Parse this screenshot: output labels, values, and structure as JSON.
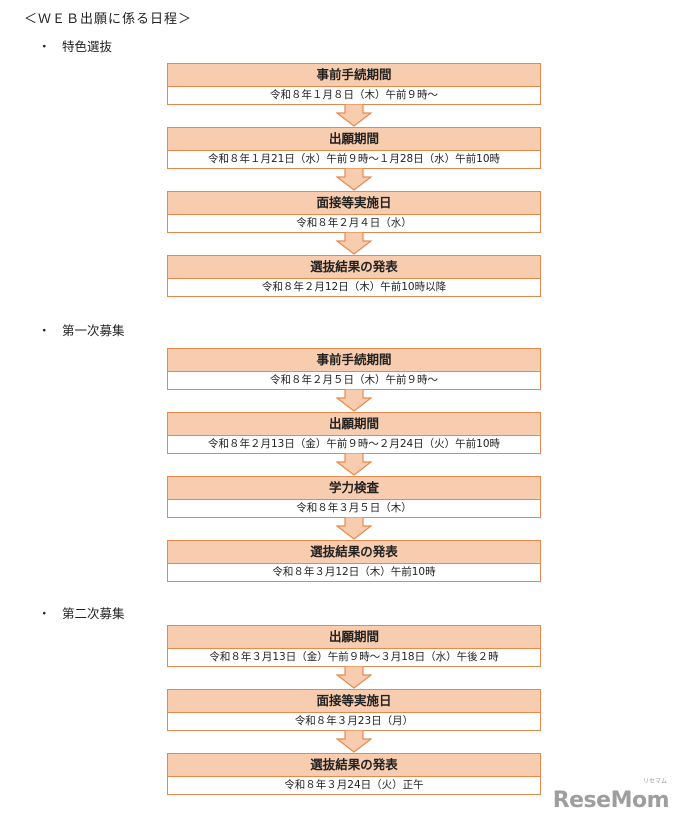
{
  "title": "＜ＷＥＢ出願に係る日程＞",
  "sections": [
    {
      "label": "特色選抜",
      "steps": [
        {
          "head": "事前手続期間",
          "date": "令和８年１月８日（木）午前９時～"
        },
        {
          "head": "出願期間",
          "date": "令和８年１月21日（水）午前９時～１月28日（水）午前10時"
        },
        {
          "head": "面接等実施日",
          "date": "令和８年２月４日（水）"
        },
        {
          "head": "選抜結果の発表",
          "date": "令和８年２月12日（木）午前10時以降"
        }
      ]
    },
    {
      "label": "第一次募集",
      "steps": [
        {
          "head": "事前手続期間",
          "date": "令和８年２月５日（木）午前９時～"
        },
        {
          "head": "出願期間",
          "date": "令和８年２月13日（金）午前９時～２月24日（火）午前10時"
        },
        {
          "head": "学力検査",
          "date": "令和８年３月５日（木）"
        },
        {
          "head": "選抜結果の発表",
          "date": "令和８年３月12日（木）午前10時"
        }
      ]
    },
    {
      "label": "第二次募集",
      "steps": [
        {
          "head": "出願期間",
          "date": "令和８年３月13日（金）午前９時～３月18日（水）午後２時"
        },
        {
          "head": "面接等実施日",
          "date": "令和８年３月23日（月）"
        },
        {
          "head": "選抜結果の発表",
          "date": "令和８年３月24日（火）正午"
        }
      ]
    }
  ],
  "bullet": "・",
  "logo": {
    "text": "ReseMom",
    "sub": "リセマム"
  },
  "colors": {
    "header_fill": "#f8ccae",
    "border": "#e58a4e",
    "arrow_fill": "#f8ccae"
  }
}
